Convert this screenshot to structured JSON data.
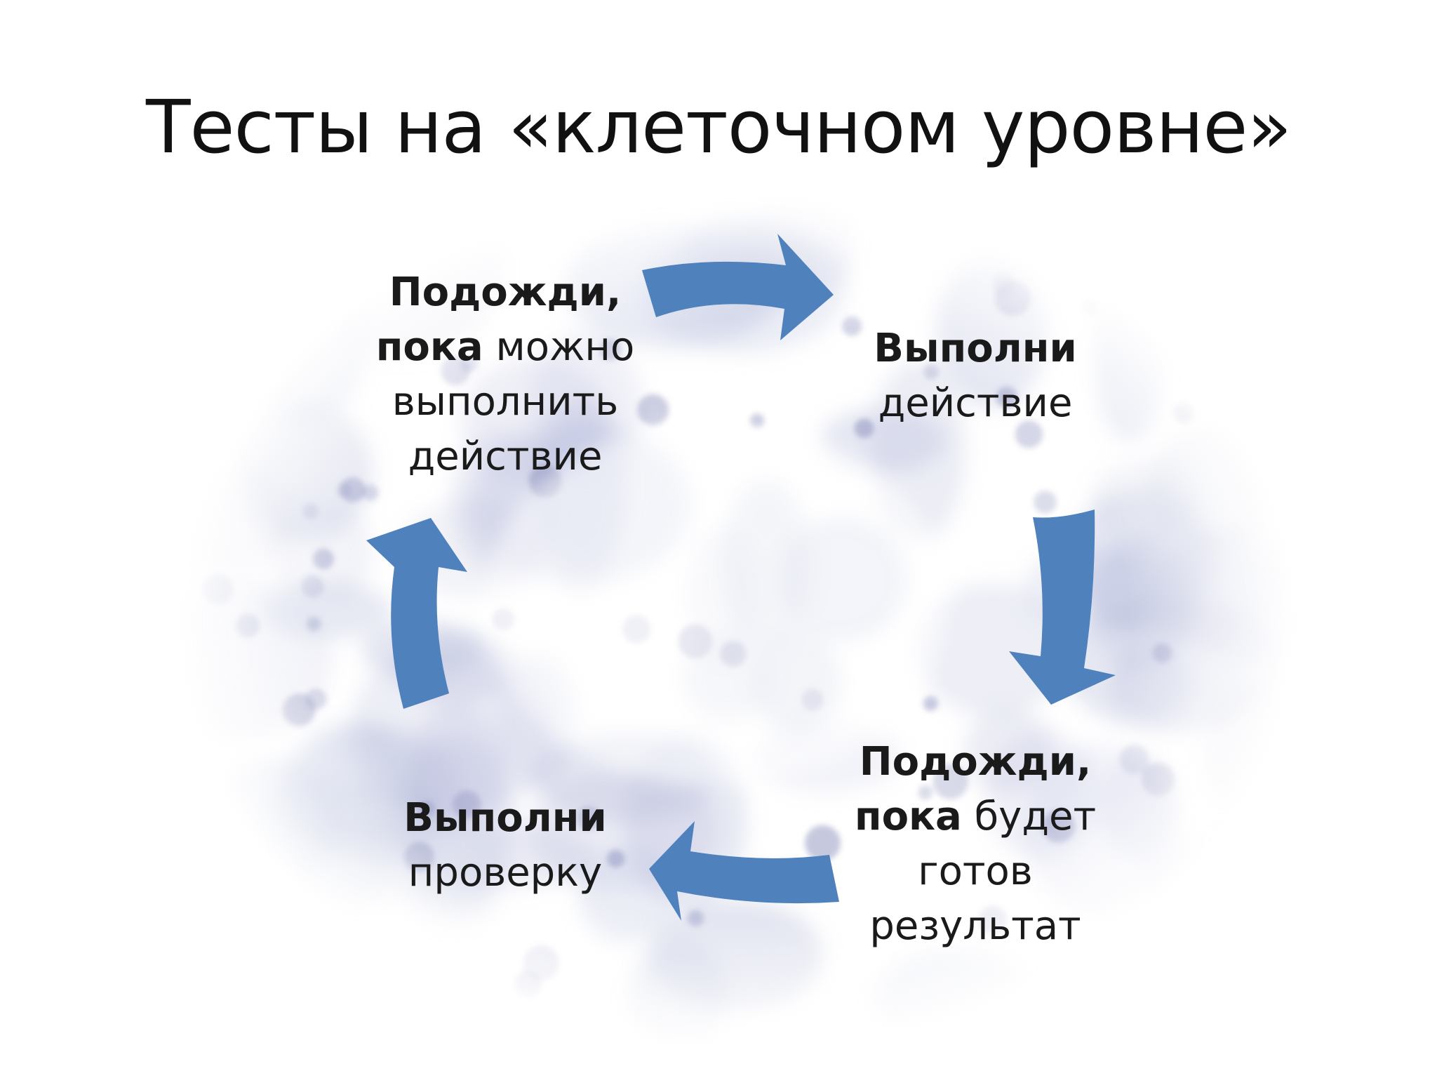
{
  "slide": {
    "title": "Тесты на «клеточном уровне»"
  },
  "cycle": {
    "steps": [
      {
        "id": "wait-until-action",
        "lines": [
          [
            {
              "text": "Подожди,",
              "bold": true
            }
          ],
          [
            {
              "text": "пока",
              "bold": true
            },
            {
              "text": " можно",
              "bold": false
            }
          ],
          [
            {
              "text": "выполнить",
              "bold": false
            }
          ],
          [
            {
              "text": "действие",
              "bold": false
            }
          ]
        ]
      },
      {
        "id": "do-action",
        "lines": [
          [
            {
              "text": "Выполни",
              "bold": true
            }
          ],
          [
            {
              "text": "действие",
              "bold": false
            }
          ]
        ]
      },
      {
        "id": "wait-until-result",
        "lines": [
          [
            {
              "text": "Подожди,",
              "bold": true
            }
          ],
          [
            {
              "text": "пока",
              "bold": true
            },
            {
              "text": " будет",
              "bold": false
            }
          ],
          [
            {
              "text": "готов",
              "bold": false
            }
          ],
          [
            {
              "text": "результат",
              "bold": false
            }
          ]
        ]
      },
      {
        "id": "do-check",
        "lines": [
          [
            {
              "text": "Выполни",
              "bold": true
            }
          ],
          [
            {
              "text": "проверку",
              "bold": false
            }
          ]
        ]
      }
    ],
    "arrow_color": "#4f81bd",
    "arrow_direction": "clockwise"
  },
  "background": {
    "style": "faded cell micrograph",
    "tint_color": "#b9bfdc",
    "nucleus_color": "#7e84b5"
  }
}
